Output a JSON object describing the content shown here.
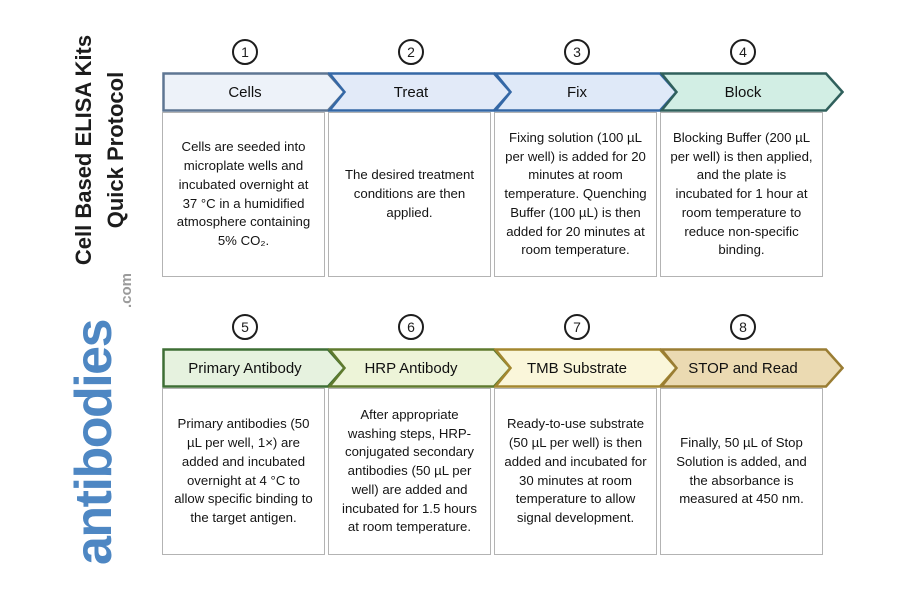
{
  "sidebar": {
    "title_line1": "Cell Based ELISA Kits",
    "title_line2": "Quick Protocol",
    "logo_text": "antibodies",
    "logo_suffix": ".com",
    "logo_color": "#4e87c3",
    "logo_suffix_color": "#9b9b9b"
  },
  "steps": [
    {
      "number": "1",
      "label": "Cells",
      "fill": "#edf2f9",
      "border": "#5e7693",
      "description": "Cells are seeded into microplate wells and incubated overnight at 37 °C in a humidified atmosphere containing 5% CO₂."
    },
    {
      "number": "2",
      "label": "Treat",
      "fill": "#e2eaf8",
      "border": "#3568a6",
      "description": "The desired treatment conditions are then applied."
    },
    {
      "number": "3",
      "label": "Fix",
      "fill": "#dfe9f8",
      "border": "#3568a6",
      "description": "Fixing solution (100 µL per well) is added for 20 minutes at room temperature. Quenching Buffer (100 µL) is then added for 20 minutes at room temperature."
    },
    {
      "number": "4",
      "label": "Block",
      "fill": "#d2eee4",
      "border": "#30605c",
      "description": "Blocking Buffer (200 µL per well) is then applied, and the plate is incubated for 1 hour at room temperature to reduce non-specific binding."
    },
    {
      "number": "5",
      "label": "Primary Antibody",
      "fill": "#e6f2df",
      "border": "#3e6e35",
      "description": "Primary antibodies (50 µL per well, 1×) are added and incubated overnight at 4 °C to allow specific binding to the target antigen."
    },
    {
      "number": "6",
      "label": "HRP Antibody",
      "fill": "#edf4d8",
      "border": "#5f7a2e",
      "description": "After appropriate washing steps, HRP-conjugated secondary antibodies (50 µL per well) are added and incubated for 1.5 hours at room temperature."
    },
    {
      "number": "7",
      "label": "TMB Substrate",
      "fill": "#faf6da",
      "border": "#a3872f",
      "description": "Ready-to-use substrate (50 µL per well) is then added and incubated for 30 minutes at room temperature to allow signal development."
    },
    {
      "number": "8",
      "label": "STOP and Read",
      "fill": "#ebdab2",
      "border": "#9a7d33",
      "description": "Finally, 50 µL of Stop Solution is added, and the absorbance is measured at 450 nm."
    }
  ]
}
